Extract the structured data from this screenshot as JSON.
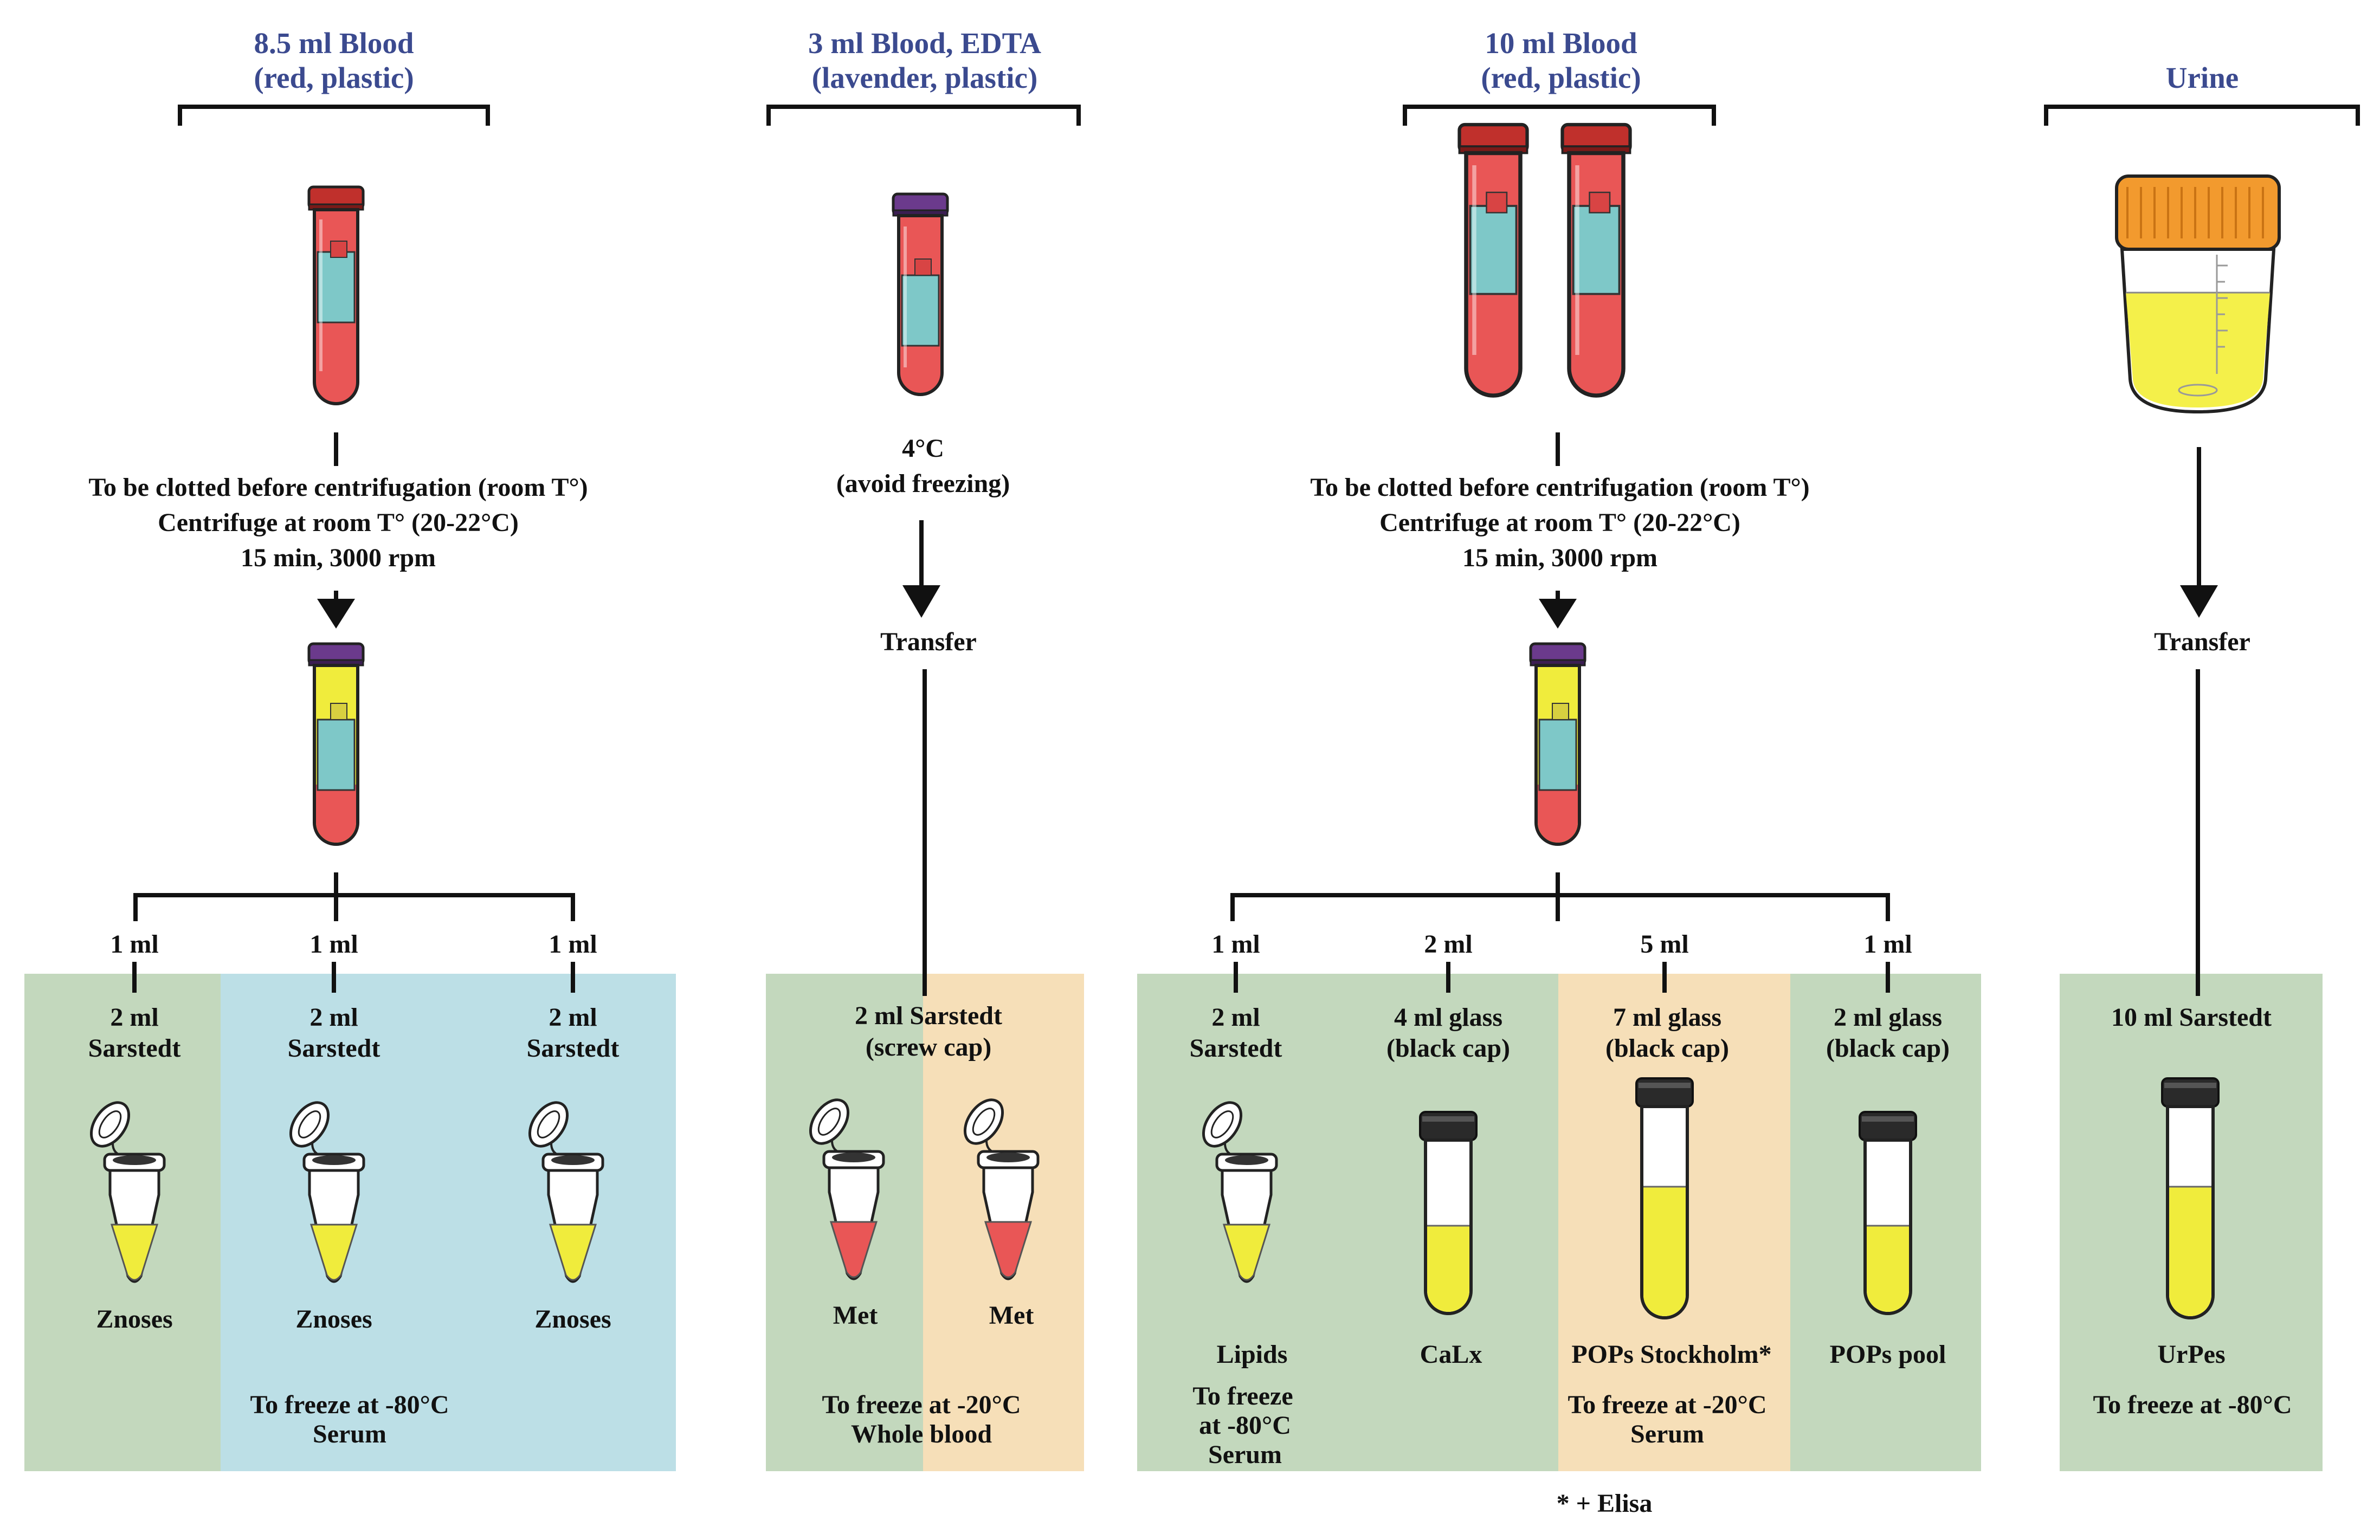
{
  "colors": {
    "header_blue": "#3b4a8f",
    "panel_green": "#c3d8bd",
    "panel_blue": "#bcdfe6",
    "panel_peach": "#f6dfb8",
    "blood_red": "#e95656",
    "serum_yellow": "#f0ec3c",
    "urine_yellow": "#f4f04a",
    "label_teal": "#7ec8c8",
    "cap_red": "#c0302c",
    "cap_purple": "#6b3a8c",
    "cap_black": "#2a2a2a",
    "cap_orange": "#f29a2e"
  },
  "icons": [
    "blood-tube-icon",
    "centrifuged-tube-icon",
    "eppendorf-tube-icon",
    "glass-tube-icon",
    "urine-container-icon",
    "arrow-down-icon"
  ],
  "col1": {
    "title_line1": "8.5 ml Blood",
    "title_line2": "(red, plastic)",
    "step_line1": "To be clotted before centrifugation (room T°)",
    "step_line2": "Centrifuge at room T° (20-22°C)",
    "step_line3": "15 min, 3000 rpm",
    "aliquots": [
      {
        "volume": "1 ml",
        "container_line1": "2 ml",
        "container_line2": "Sarstedt",
        "name": "Znoses"
      },
      {
        "volume": "1 ml",
        "container_line1": "2 ml",
        "container_line2": "Sarstedt",
        "name": "Znoses"
      },
      {
        "volume": "1 ml",
        "container_line1": "2 ml",
        "container_line2": "Sarstedt",
        "name": "Znoses"
      }
    ],
    "storage_line1": "To freeze at -80°C",
    "storage_line2": "Serum"
  },
  "col2": {
    "title_line1": "3 ml Blood, EDTA",
    "title_line2": "(lavender, plastic)",
    "step_line1": "4°C",
    "step_line2": "(avoid freezing)",
    "transfer": "Transfer",
    "container_line1": "2 ml Sarstedt",
    "container_line2": "(screw cap)",
    "names": [
      "Met",
      "Met"
    ],
    "storage_line1": "To freeze at -20°C",
    "storage_line2": "Whole blood"
  },
  "col3": {
    "title_line1": "10 ml Blood",
    "title_line2": "(red, plastic)",
    "step_line1": "To be clotted before centrifugation (room T°)",
    "step_line2": "Centrifuge at room T° (20-22°C)",
    "step_line3": "15 min, 3000 rpm",
    "aliquots": [
      {
        "volume": "1 ml",
        "container_line1": "2 ml",
        "container_line2": "Sarstedt",
        "name": "Lipids"
      },
      {
        "volume": "2 ml",
        "container_line1": "4 ml glass",
        "container_line2": "(black cap)",
        "name": "CaLx"
      },
      {
        "volume": "5 ml",
        "container_line1": "7 ml glass",
        "container_line2": "(black cap)",
        "name": "POPs Stockholm*"
      },
      {
        "volume": "1 ml",
        "container_line1": "2 ml glass",
        "container_line2": "(black cap)",
        "name": "POPs pool"
      }
    ],
    "storage_a_line1": "To freeze",
    "storage_a_line2": "at -80°C",
    "storage_a_line3": "Serum",
    "storage_b_line1": "To freeze at -20°C",
    "storage_b_line2": "Serum",
    "footnote": "* + Elisa"
  },
  "col4": {
    "title": "Urine",
    "transfer": "Transfer",
    "container": "10 ml Sarstedt",
    "name": "UrPes",
    "storage": "To freeze at -80°C"
  }
}
